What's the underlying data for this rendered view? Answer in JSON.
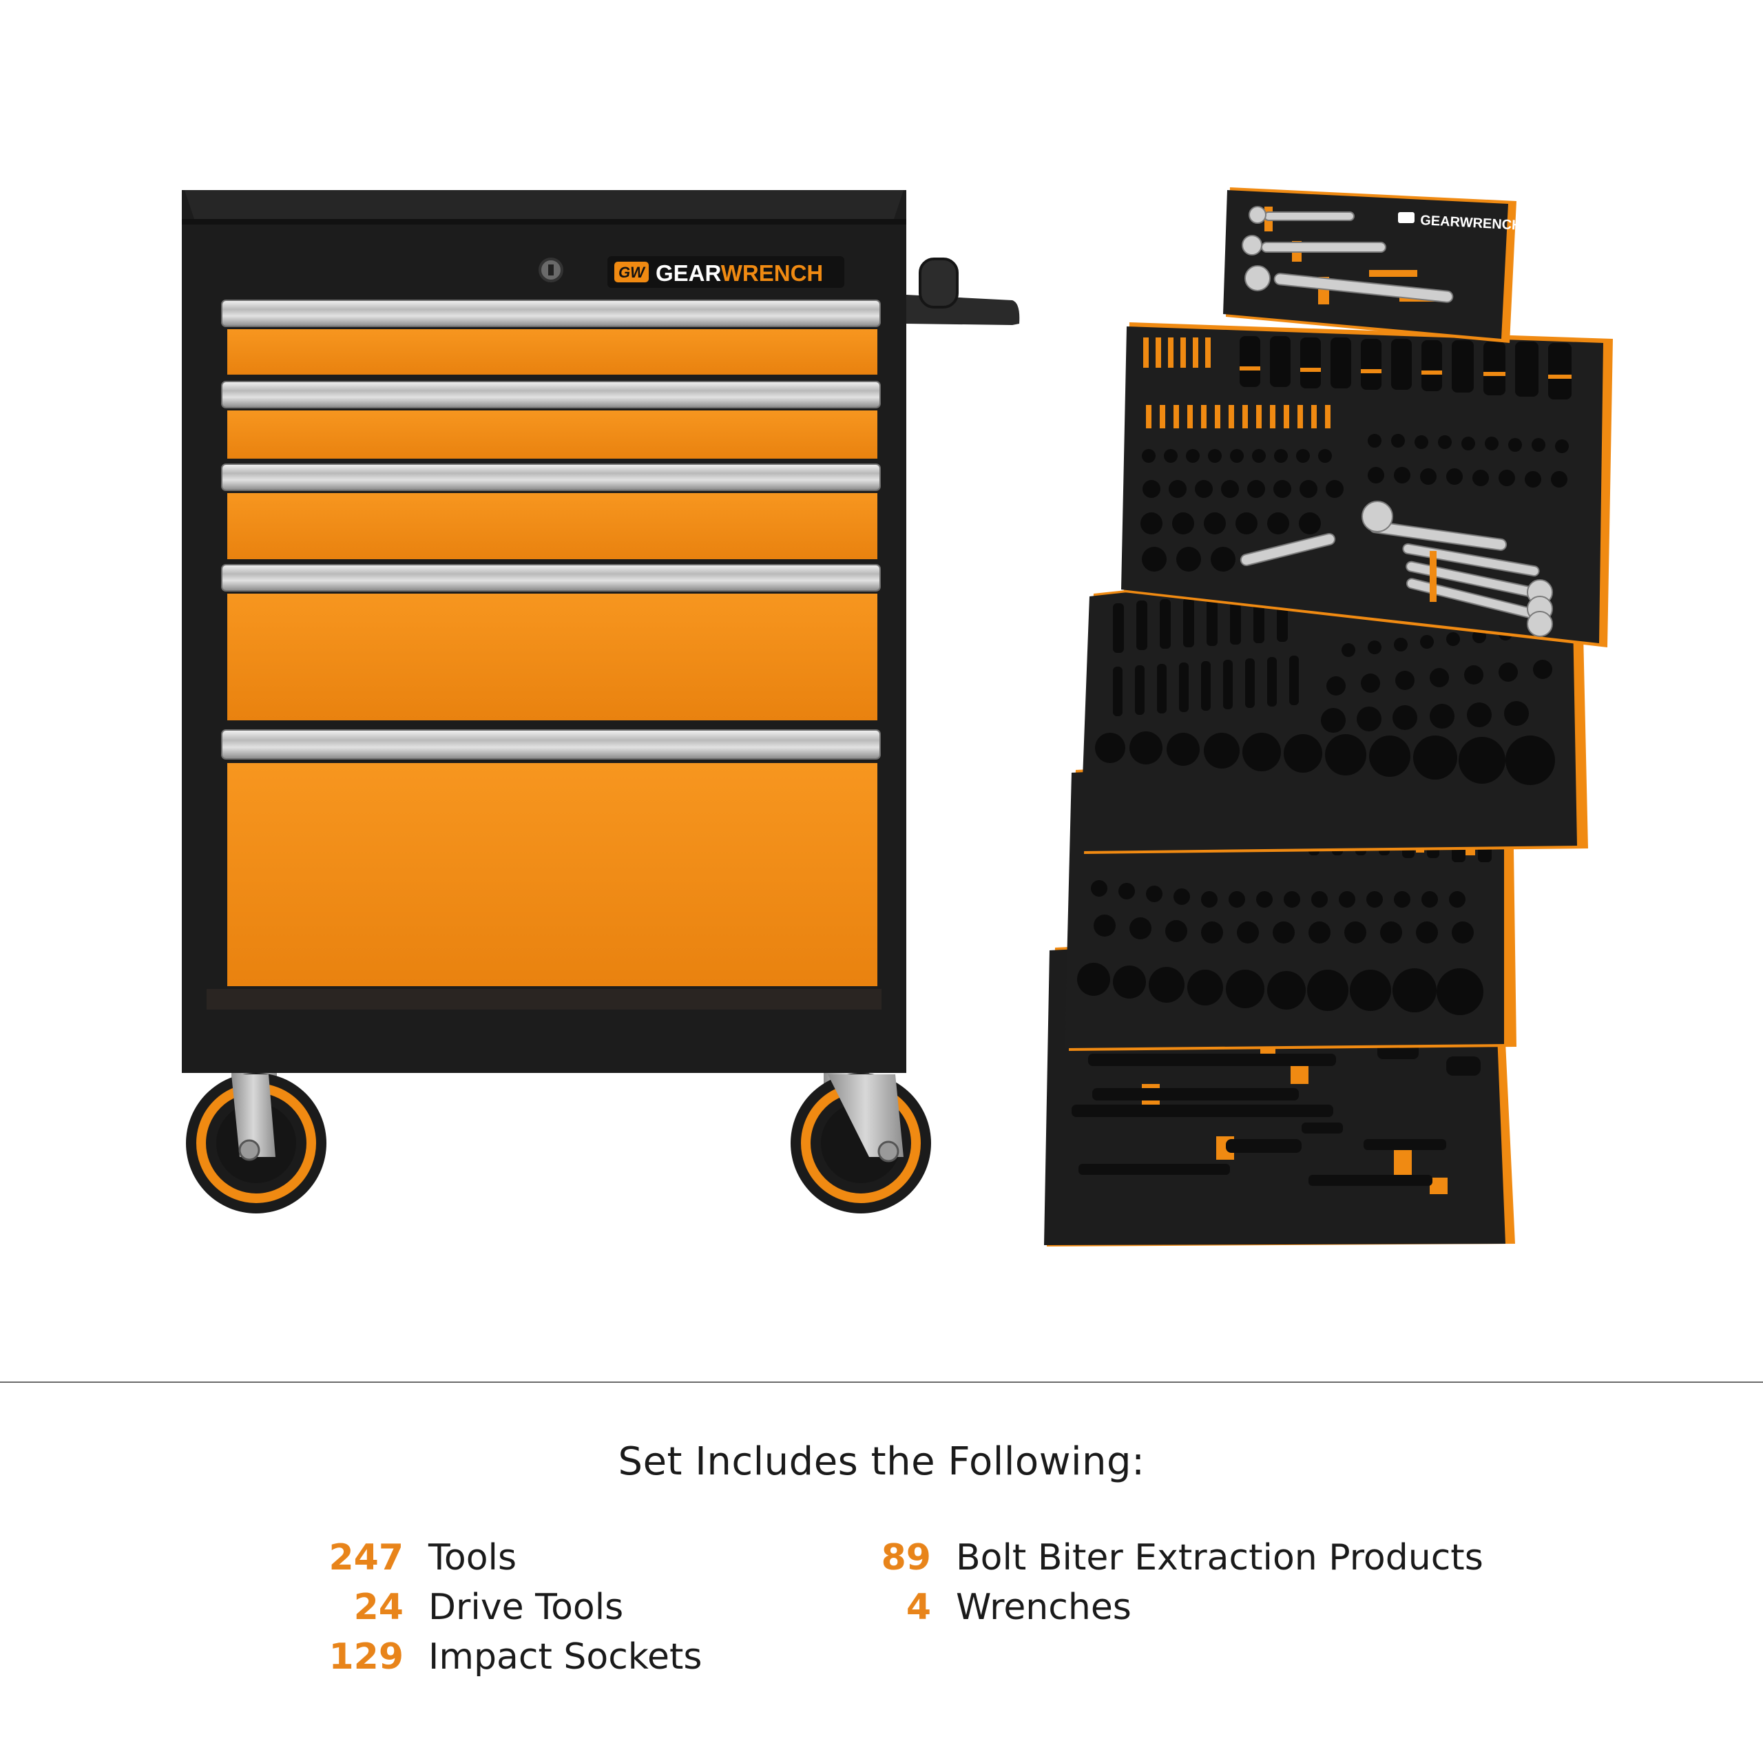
{
  "brand": {
    "logo_badge": "GW",
    "name_part1": "GEAR",
    "name_part2": "WRENCH",
    "accent_color": "#f08a12",
    "cabinet_color": "#1c1c1c"
  },
  "tray_brand": {
    "name": "GEARWRENCH",
    "name_cut": "GEARWRE"
  },
  "summary": {
    "title": "Set Includes the Following:",
    "items_left": [
      {
        "count": "247",
        "label": "Tools"
      },
      {
        "count": "24",
        "label": "Drive Tools"
      },
      {
        "count": "129",
        "label": "Impact Sockets"
      }
    ],
    "items_right": [
      {
        "count": "89",
        "label": "Bolt Biter Extraction Products"
      },
      {
        "count": "4",
        "label": "Wrenches"
      }
    ]
  }
}
